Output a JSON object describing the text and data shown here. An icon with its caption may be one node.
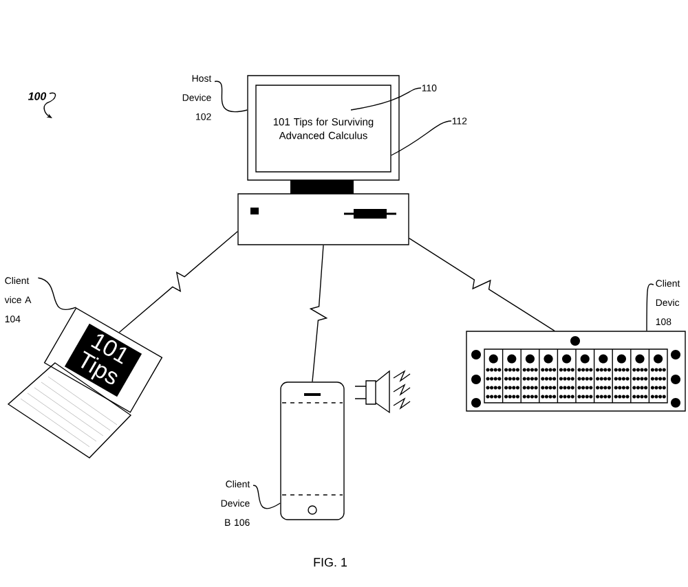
{
  "diagram": {
    "nodes": [
      {
        "text": [
          "Host Device 102"
        ]
      },
      {
        "text": [],
        "shape": "picture"
      },
      {
        "text": [
          "101 Tips for Surviving Advanced Calculus"
        ],
        "in": 1
      },
      {
        "text": [
          "110"
        ]
      },
      {
        "text": [
          "112"
        ]
      },
      {
        "text": [
          "Client vice A 104"
        ]
      },
      {
        "text": [
          "101 Tips"
        ]
      },
      {
        "text": [
          "Client Device B 106"
        ]
      },
      {
        "text": [],
        "shape": "picture"
      },
      {
        "text": [
          "Client Devic 108"
        ]
      },
      {
        "text": [],
        "shape": "picture"
      }
    ],
    "edges": [
      {
        "from": 0,
        "to": 1,
        "arrow": "none"
      },
      {
        "from": 3,
        "to": 2,
        "arrow": "none"
      },
      {
        "from": 4,
        "to": 2,
        "arrow": "none"
      },
      {
        "from": 5,
        "to": 6,
        "arrow": "none"
      },
      {
        "from": 7,
        "to": 8,
        "arrow": "none"
      },
      {
        "from": 9,
        "to": 10,
        "arrow": "none"
      },
      {
        "from": 1,
        "to": 6,
        "arrow": "none"
      },
      {
        "from": 1,
        "to": 8,
        "arrow": "none"
      },
      {
        "from": 1,
        "to": 10,
        "arrow": "none"
      }
    ],
    "labels": [
      "100",
      "FIG. 1"
    ]
  }
}
